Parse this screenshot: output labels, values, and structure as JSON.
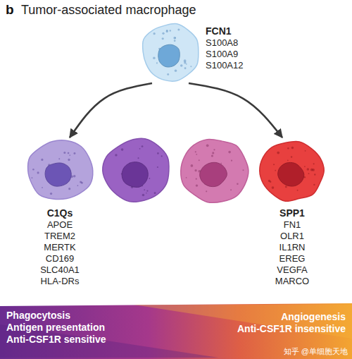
{
  "diagram": {
    "title": "Tumor-associated macrophage",
    "nodes": [
      {
        "text": [
          "FCN1",
          "S100A8 S100A9 S100A12"
        ]
      },
      {
        "text": [
          "C1Qs",
          "APOE TREM2 MERTK CD169 SLC40A1 HLA-DRs"
        ]
      },
      {
        "text": [
          "SPP1",
          "FN1 OLR1 IL1RN EREG VEGFA MARCO"
        ]
      },
      {
        "text": [
          "Phagocytosis",
          "Antigen presentation",
          "Anti-CSF1R sensitive",
          "Angiogenesis",
          "Anti-CSF1R insensitive"
        ]
      }
    ],
    "edges": [
      {
        "from": 0,
        "to": 1,
        "arrow": "to"
      },
      {
        "from": 0,
        "to": 2,
        "arrow": "to"
      }
    ],
    "labels": [
      "b",
      "知乎 @单细胞天地"
    ]
  }
}
